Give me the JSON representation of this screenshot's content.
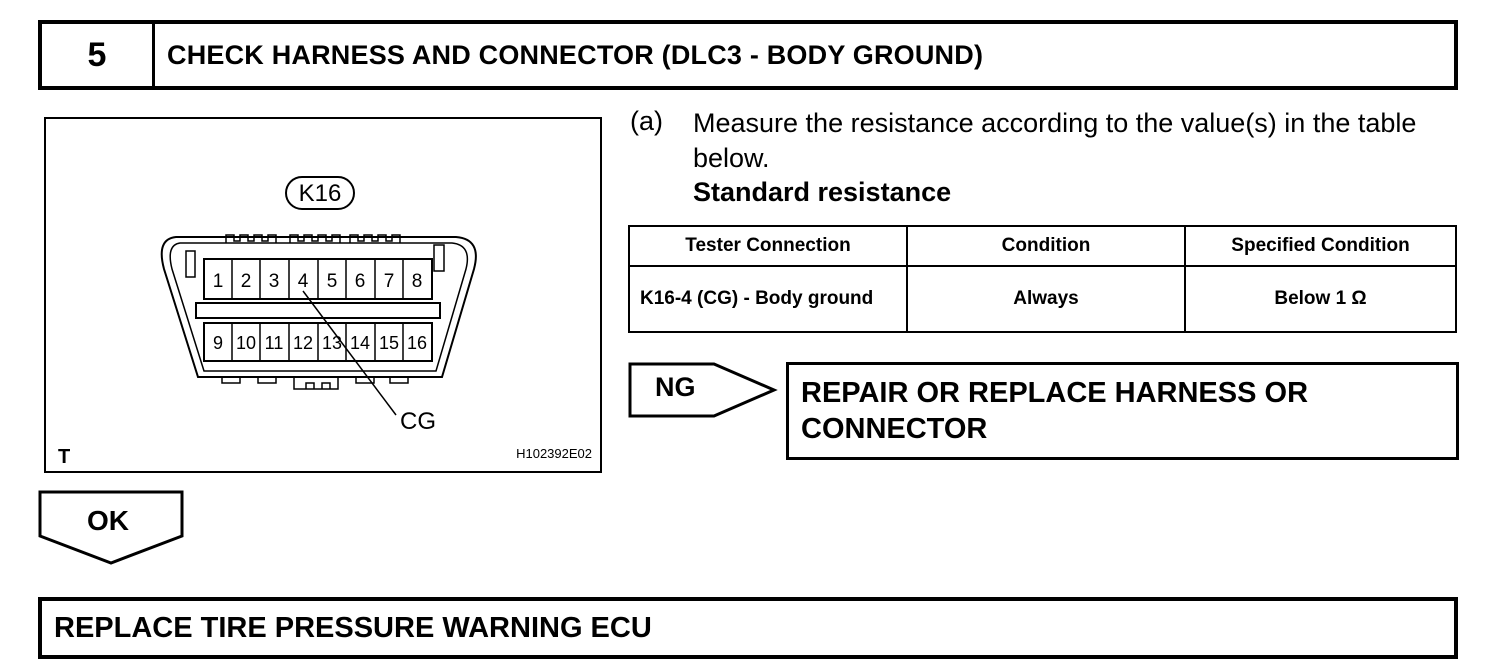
{
  "step": {
    "number": "5",
    "title": "CHECK HARNESS AND CONNECTOR (DLC3 - BODY GROUND)"
  },
  "illustration": {
    "connector_label": "K16",
    "pins_top": [
      "1",
      "2",
      "3",
      "4",
      "5",
      "6",
      "7",
      "8"
    ],
    "pins_bottom": [
      "9",
      "10",
      "11",
      "12",
      "13",
      "14",
      "15",
      "16"
    ],
    "callout": "CG",
    "corner_label": "T",
    "figure_code": "H102392E02"
  },
  "instruction": {
    "letter": "(a)",
    "text": "Measure the resistance according to the value(s) in the table below.",
    "standard_title": "Standard resistance"
  },
  "table": {
    "headers": [
      "Tester Connection",
      "Condition",
      "Specified Condition"
    ],
    "rows": [
      [
        "K16-4 (CG) - Body ground",
        "Always",
        "Below 1 Ω"
      ]
    ]
  },
  "ng": {
    "label": "NG",
    "result": "REPAIR OR REPLACE HARNESS OR CONNECTOR"
  },
  "ok": {
    "label": "OK"
  },
  "final": {
    "text": "REPLACE TIRE PRESSURE WARNING ECU"
  }
}
